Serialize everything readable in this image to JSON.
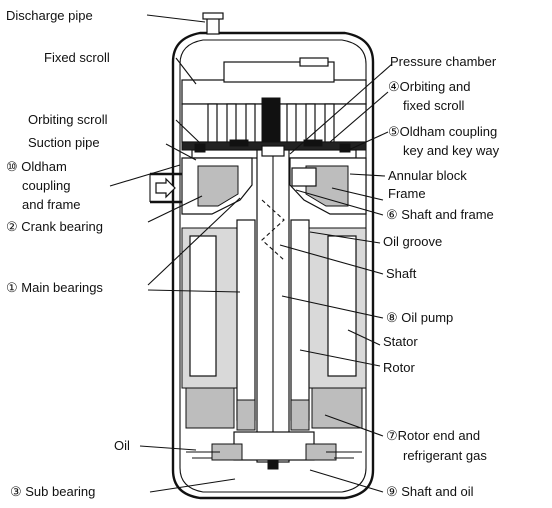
{
  "labels": {
    "discharge_pipe": "Discharge pipe",
    "fixed_scroll": "Fixed scroll",
    "orbiting_scroll": "Orbiting scroll",
    "suction_pipe": "Suction pipe",
    "oldham_coupling_frame_1": "⑩ Oldham",
    "oldham_coupling_frame_2": "coupling",
    "oldham_coupling_frame_3": "and frame",
    "crank_bearing": "② Crank bearing",
    "main_bearings": "① Main bearings",
    "oil": "Oil",
    "sub_bearing": "③ Sub bearing",
    "pressure_chamber": "Pressure chamber",
    "orbiting_fixed_scroll_1": "④Orbiting and",
    "orbiting_fixed_scroll_2": "fixed scroll",
    "oldham_key_1": "⑤Oldham coupling",
    "oldham_key_2": "key and key way",
    "annular_block": "Annular block",
    "frame": "Frame",
    "shaft_and_frame": "⑥ Shaft and frame",
    "oil_groove": "Oil groove",
    "shaft": "Shaft",
    "oil_pump": "⑧ Oil pump",
    "stator": "Stator",
    "rotor": "Rotor",
    "rotor_end_1": "⑦Rotor end and",
    "rotor_end_2": "refrigerant gas",
    "shaft_and_oil": "⑨ Shaft and oil"
  },
  "colors": {
    "line": "#111111",
    "shade": "#bdbdbd",
    "background": "#ffffff"
  }
}
